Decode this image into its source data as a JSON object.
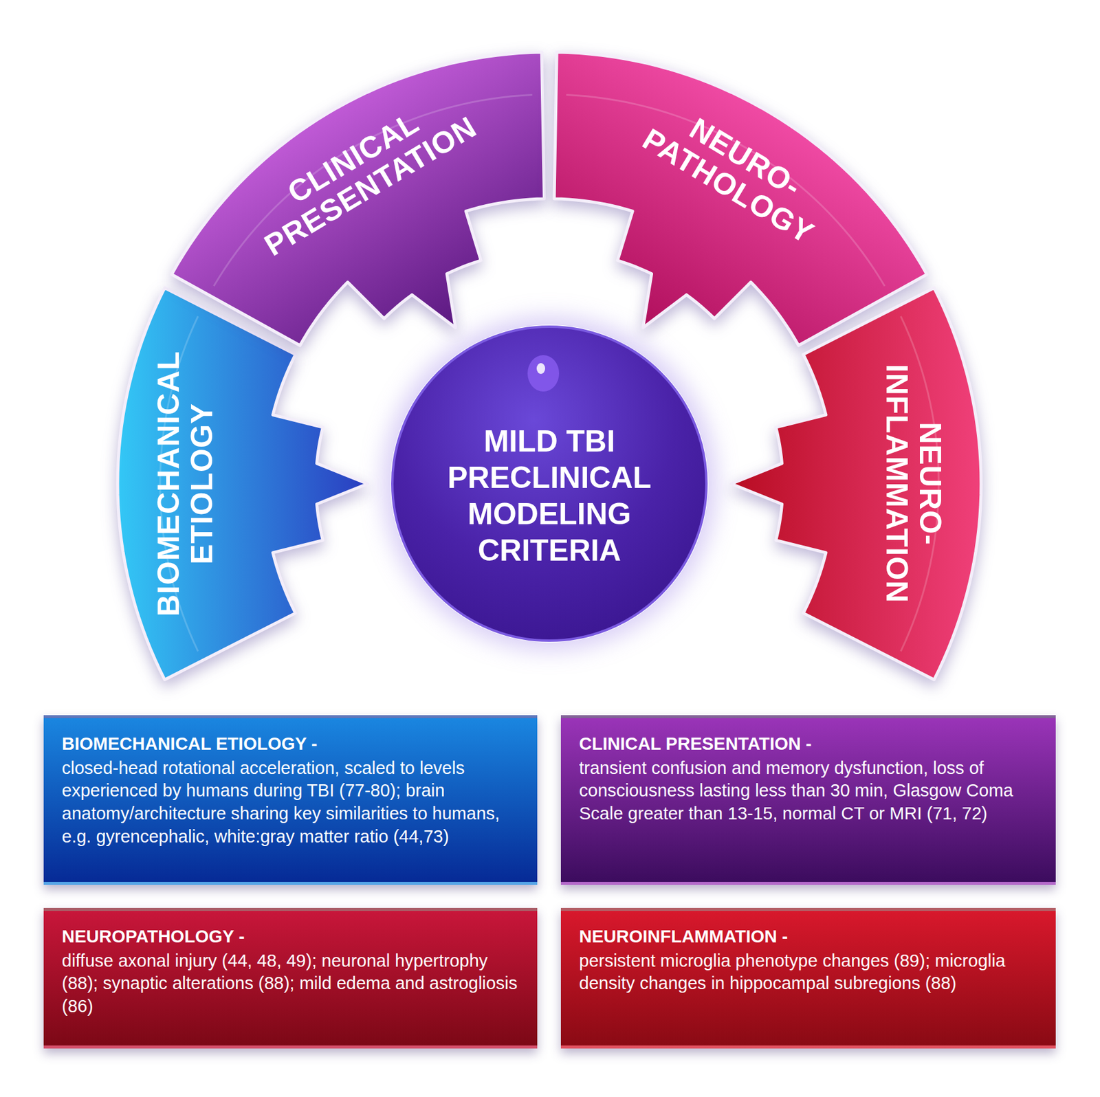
{
  "diagram": {
    "nodes": [
      {
        "text": [
          "BIOMECHANICAL ETIOLOGY"
        ]
      },
      {
        "text": [
          "CLINICAL PRESENTATION"
        ]
      },
      {
        "text": [
          "NEURO- PATHOLOGY"
        ]
      },
      {
        "text": [
          "NEURO- INFLAMMATION"
        ]
      },
      {
        "text": [
          "MILD TBI PRECLINICAL MODELING CRITERIA"
        ]
      },
      {
        "text": [
          "BIOMECHANICAL ETIOLOGY -",
          "closed-head rotational acceleration, scaled to levels experienced by humans during TBI (77-80); brain anatomy/architecture sharing key similarities to humans, e.g. gyrencephalic, white:gray matter ratio (44,73)"
        ]
      },
      {
        "text": [
          "CLINICAL PRESENTATION -",
          "transient confusion and memory dysfunction, loss of consciousness lasting less than 30 min, Glasgow Coma Scale greater than 13-15, normal CT or MRI (71, 72)"
        ]
      },
      {
        "text": [
          "NEUROPATHOLOGY -",
          "diffuse axonal injury (44, 48, 49); neuronal hypertrophy (88); synaptic alterations (88); mild edema and astrogliosis (86)"
        ]
      },
      {
        "text": [
          "NEUROINFLAMMATION -",
          "persistent microglia phenotype changes (89); microglia density changes in hippocampal subregions (88)"
        ]
      }
    ]
  }
}
